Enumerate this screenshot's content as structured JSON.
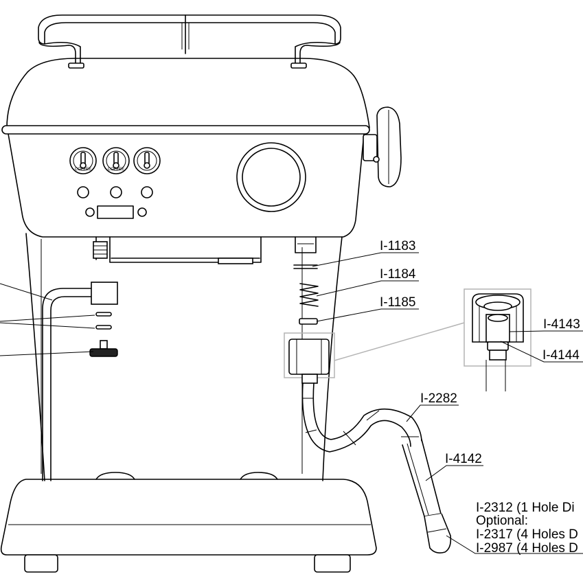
{
  "labels": {
    "i1183": "I-1183",
    "i1184": "I-1184",
    "i1185": "I-1185",
    "i4143": "I-4143",
    "i4144": "I-4144",
    "i2282": "I-2282",
    "i4142": "I-4142",
    "i2312": "I-2312 (1 Hole Di",
    "optional": "Optional:",
    "i2317": "I-2317 (4 Holes D",
    "i2987": "I-2987 (4 Holes D"
  },
  "knobs": [
    {
      "text": "COFFEE"
    },
    {
      "text": "COFFEE"
    },
    {
      "text": ""
    }
  ]
}
